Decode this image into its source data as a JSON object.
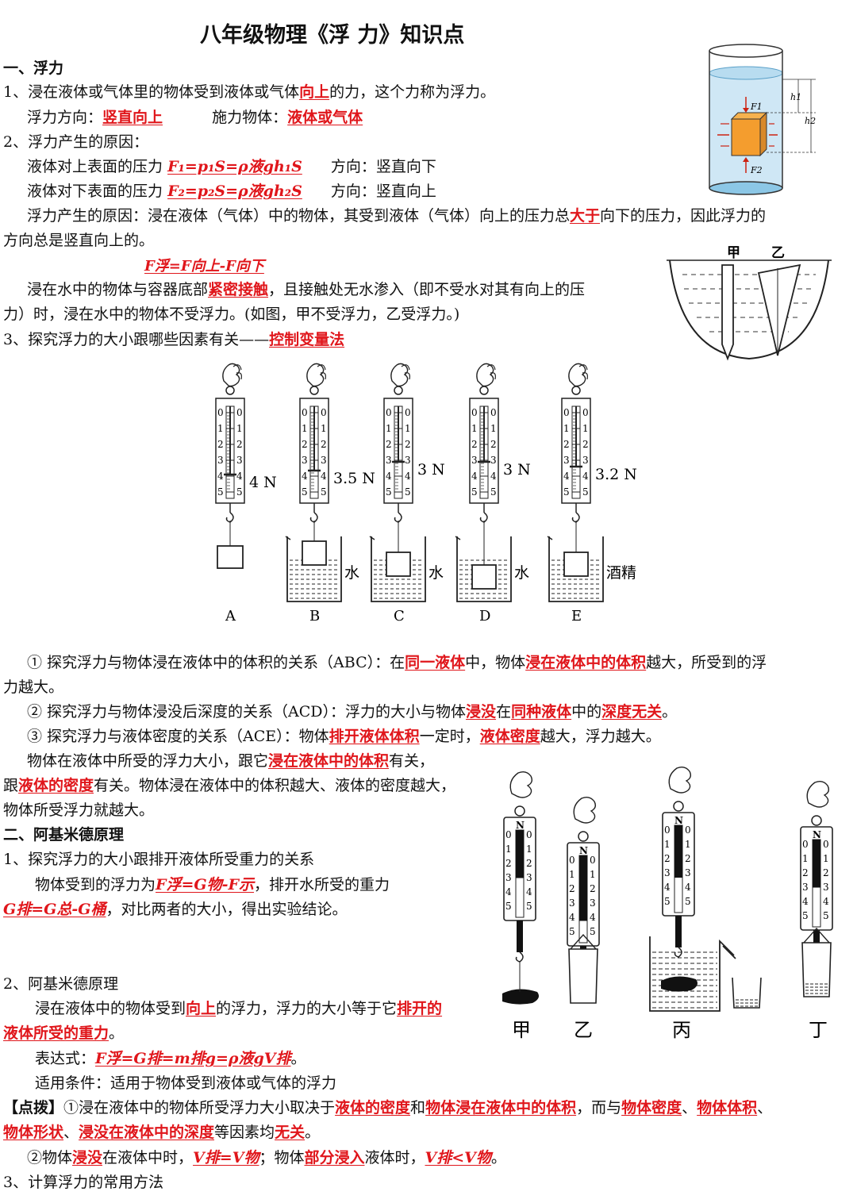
{
  "title": "八年级物理《浮 力》知识点",
  "s1": {
    "heading": "一、浮力",
    "p1a": "1、浸在液体或气体里的物体受到液体或气体",
    "p1b": "向上",
    "p1c": "的力，这个力称为浮力。",
    "dir_label": "浮力方向：",
    "dir_value": "竖直向上",
    "agent_label": "施力物体：",
    "agent_value": "液体或气体",
    "p2": "2、浮力产生的原因：",
    "top_label": "液体对上表面的压力",
    "top_formula": "F₁=p₁S=ρ液gh₁S",
    "top_dir": "方向：竖直向下",
    "bot_label": "液体对下表面的压力",
    "bot_formula": "F₂=p₂S=ρ液gh₂S",
    "bot_dir": "方向：竖直向上",
    "cause_a": "浮力产生的原因：浸在液体（气体）中的物体，其受到液体（气体）向上的压力总",
    "cause_b": "大于",
    "cause_c": "向下的压力，因此浮力的",
    "cause_d": "方向总是竖直向上的。",
    "formula_diff": "F浮=F向上-F向下",
    "contact_a": "浸在水中的物体与容器底部",
    "contact_b": "紧密接触",
    "contact_c": "，且接触处无水渗入（即不受水对其有向上的压",
    "contact_d": "力）时，浸在水中的物体不受浮力。(如图，甲不受浮力，乙受浮力。)",
    "p3a": "3、探究浮力的大小跟哪些因素有关——",
    "p3b": "控制变量法"
  },
  "fig_cylinder": {
    "labels": [
      "F1",
      "F2",
      "h1",
      "h2"
    ]
  },
  "fig_basin": {
    "labels": [
      "甲",
      "乙"
    ]
  },
  "fig_scales": {
    "readings": [
      "4 N",
      "3.5 N",
      "3 N",
      "3 N",
      "3.2 N"
    ],
    "liquids": [
      "",
      "水",
      "水",
      "水",
      "酒精"
    ],
    "letters": [
      "A",
      "B",
      "C",
      "D",
      "E"
    ],
    "ticks": [
      "0",
      "1",
      "2",
      "3",
      "4",
      "5"
    ]
  },
  "exp": {
    "e1a": "① 探究浮力与物体浸在液体中的体积的关系（ABC）：在",
    "e1b": "同一液体",
    "e1c": "中，物体",
    "e1d": "浸在液体中的体积",
    "e1e": "越大，所受到的浮",
    "e1f": "力越大。",
    "e2a": "② 探究浮力与物体浸没后深度的关系（ACD）：浮力的大小与物体",
    "e2b": "浸没",
    "e2c": "在",
    "e2d": "同种液体",
    "e2e": "中的",
    "e2f": "深度无关",
    "e2g": "。",
    "e3a": "③ 探究浮力与液体密度的关系（ACE）：物体",
    "e3b": "排开液体体积",
    "e3c": "一定时，",
    "e3d": "液体密度",
    "e3e": "越大，浮力越大。",
    "s1a": "物体在液体中所受的浮力大小，跟它",
    "s1b": "浸在液体中的体积",
    "s1c": "有关，",
    "s2a": "跟",
    "s2b": "液体的密度",
    "s2c": "有关。物体浸在液体中的体积越大、液体的密度越大，",
    "s3": "物体所受浮力就越大。"
  },
  "s2": {
    "heading": "二、阿基米德原理",
    "p1": "1、探究浮力的大小跟排开液体所受重力的关系",
    "p1b_a": "物体受到的浮力为",
    "p1b_f": "F浮=G物-F示",
    "p1b_b": "，排开水所受的重力",
    "p1c_f": "G排=G总-G桶",
    "p1c_b": "，对比两者的大小，得出实验结论。",
    "p2": "2、阿基米德原理",
    "law_a": "浸在液体中的物体受到",
    "law_b": "向上",
    "law_c": "的浮力，浮力的大小等于它",
    "law_d": "排开的",
    "law_e": "液体所受的重力",
    "law_f": "。",
    "expr_label": "表达式：",
    "expr": "F浮=G排=m排g=ρ液gV排",
    "expr_end": "。",
    "cond": "适用条件：适用于物体受到液体或气体的浮力",
    "tip_label": "【点拨】",
    "tip1a": "①浸在液体中的物体所受浮力大小取决于",
    "tip1b": "液体的密度",
    "tip1c": "和",
    "tip1d": "物体浸在液体中的体积",
    "tip1e": "，而与",
    "tip1f": "物体密度",
    "tip1g": "、",
    "tip1h": "物体体积",
    "tip1i": "、",
    "tip2a": "物体形状",
    "tip2b": "、",
    "tip2c": "浸没在液体中的深度",
    "tip2d": "等因素均",
    "tip2e": "无关",
    "tip2f": "。",
    "tip3a": "②物体",
    "tip3b": "浸没",
    "tip3c": "在液体中时，",
    "tip3d": "V排=V物",
    "tip3e": "；物体",
    "tip3f": "部分浸入",
    "tip3g": "液体时，",
    "tip3h": "V排<V物",
    "tip3i": "。",
    "p3": "3、计算浮力的常用方法"
  },
  "fig_archimedes": {
    "labels": [
      "甲",
      "乙",
      "丙",
      "丁"
    ],
    "scale_unit": "N"
  }
}
